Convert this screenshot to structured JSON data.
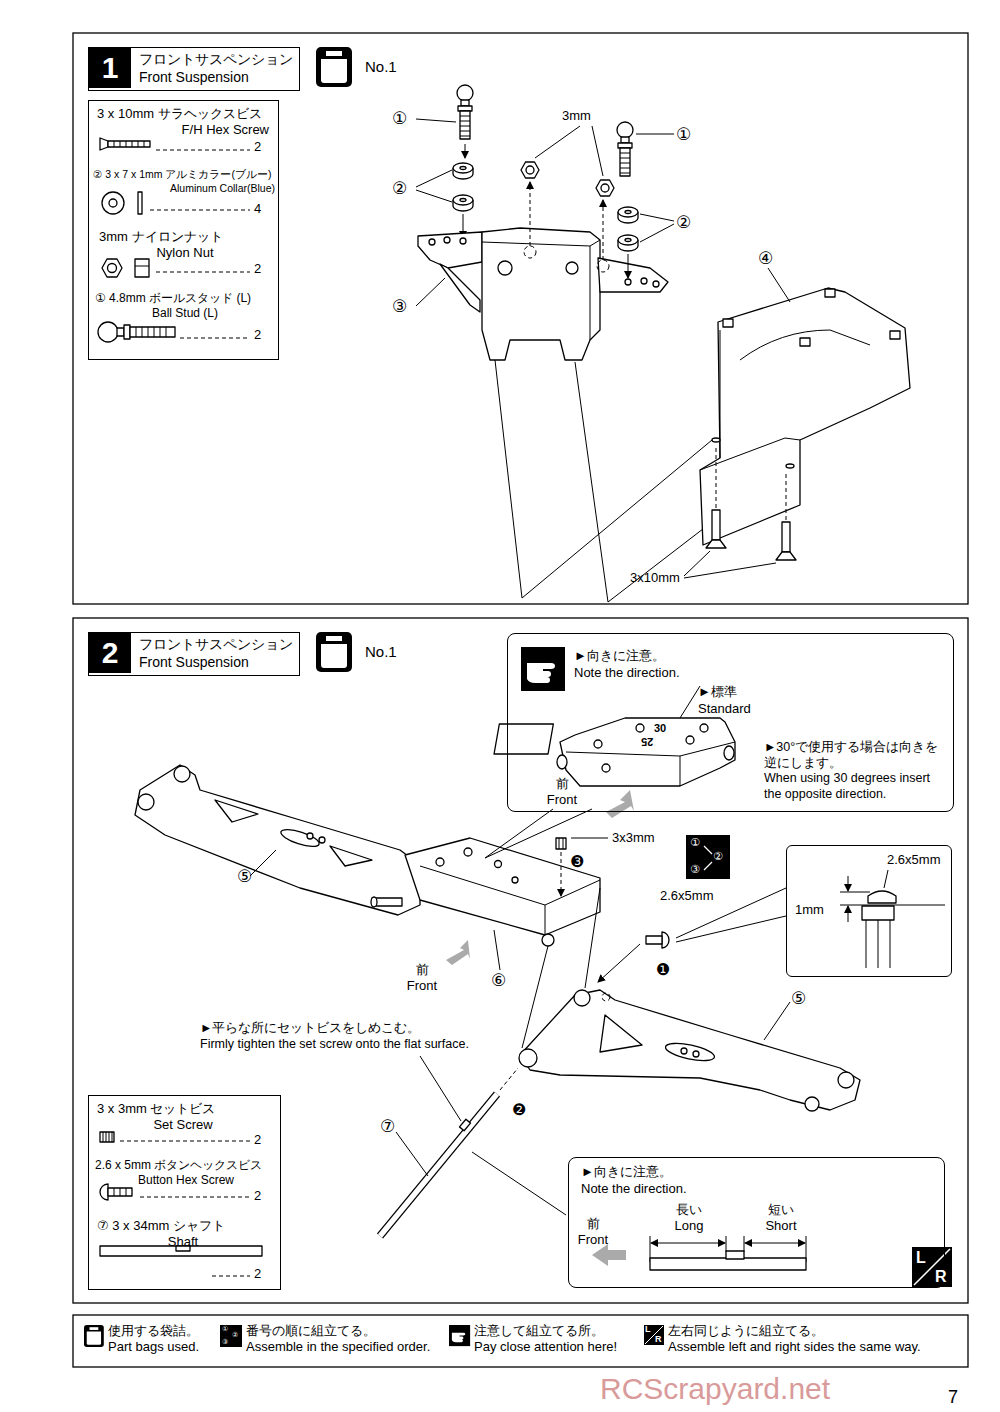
{
  "diagram": {
    "nodes": [
      {
        "text": [
          "1",
          "フロントサスペンション Front Suspension"
        ]
      },
      {
        "text": [
          "No.1"
        ]
      },
      {
        "text": [
          "3 x 10mm サラヘックスビス F/H Hex Screw",
          "2",
          "② 3 x 7 x 1mm アルミカラー(ブルー) Aluminum Collar(Blue)",
          "4",
          "3mm ナイロンナット Nylon Nut",
          "2",
          "① 4.8mm ボールスタッド (L) Ball Stud (L)",
          "2"
        ]
      },
      {
        "text": [
          "2",
          "フロントサスペンション Front Suspension"
        ]
      },
      {
        "text": [
          "No.1"
        ]
      },
      {
        "text": [
          "►向きに注意。 Note the direction.",
          "►標準 Standard",
          "►30°で使用する場合は向きを逆にします。 When using 30 degrees insert the opposite direction.",
          "前 Front"
        ]
      },
      {
        "text": [
          "2.6x5mm",
          "1mm"
        ]
      },
      {
        "text": [
          "►向きに注意。 Note the direction.",
          "前 Front",
          "長い Long",
          "短い Short"
        ]
      },
      {
        "text": [
          "3 x 3mm セットビス Set Screw",
          "2",
          "2.6 x 5mm ボタンヘックスビス Button Hex Screw",
          "2",
          "⑦ 3 x 34mm シャフト Shaft",
          "2"
        ]
      }
    ],
    "labels": [
      "①",
      "②",
      "③",
      "3mm",
      "①",
      "②",
      "④",
      "3x10mm",
      "⑤",
      "前 Front",
      "⑥",
      "3x3mm",
      "❸",
      "①",
      "②",
      "③",
      "2.6x5mm",
      "❶",
      "⑤",
      "❷",
      "►平らな所にセットビスをしめこむ。 Firmly tighten the set screw onto the flat surface.",
      "⑦",
      "25",
      "30",
      "L",
      "R",
      "①",
      "②",
      "③",
      "L",
      "R",
      "7",
      "RCScrapyard.net"
    ],
    "legend": [
      {
        "text": "使用する袋詰。 Part bags used."
      },
      {
        "text": "番号の順に組立てる。 Assemble in the specified order."
      },
      {
        "text": "注意して組立てる所。 Pay close attention here!"
      },
      {
        "text": "左右同じように組立てる。 Assemble left and right sides the same way."
      }
    ]
  }
}
